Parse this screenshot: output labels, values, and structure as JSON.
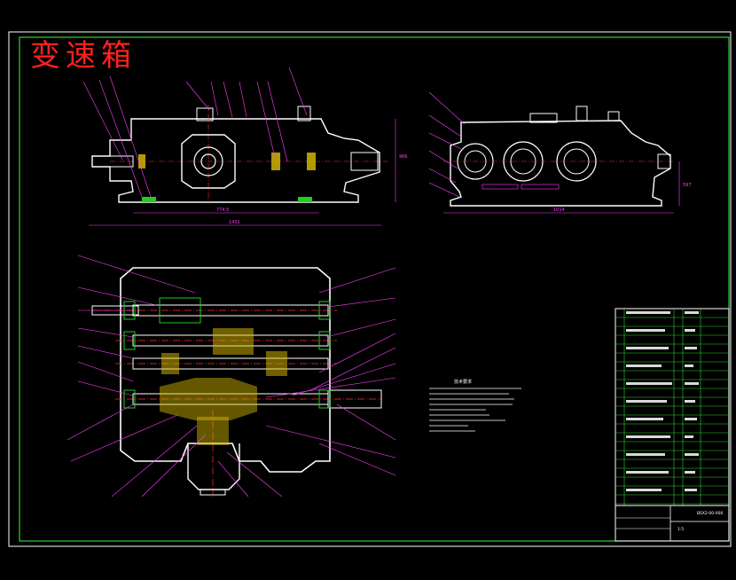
{
  "title": "变速箱",
  "colors": {
    "background": "#000000",
    "frame": "#ffffff",
    "border_green": "#2fd22f",
    "title_red": "#ff2020",
    "leader_magenta": "#ff40ff",
    "centerline_red": "#ff3030",
    "hatch_yellow": "#e0c000",
    "gear_green": "#22cc22"
  },
  "front_view": {
    "dim_inner": "774.5",
    "dim_overall": "1431",
    "dim_height": "966"
  },
  "side_view": {
    "dim_width": "1014",
    "dim_height": "597"
  },
  "tech_requirements_title": "技术要求",
  "title_block": {
    "drawing_no": "BSX2-00-000",
    "scale": "1:5"
  }
}
